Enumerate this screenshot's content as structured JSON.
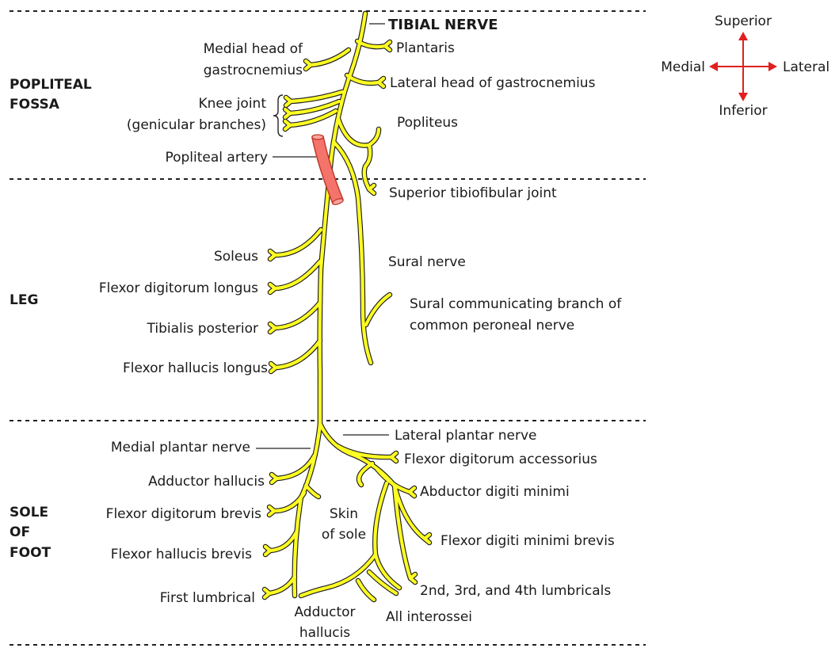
{
  "title": "TIBIAL NERVE",
  "regions": {
    "popliteal_line1": "POPLITEAL",
    "popliteal_line2": "FOSSA",
    "leg": "LEG",
    "sole_line1": "SOLE",
    "sole_line2": "OF",
    "sole_line3": "FOOT"
  },
  "compass": {
    "superior": "Superior",
    "inferior": "Inferior",
    "medial": "Medial",
    "lateral": "Lateral",
    "arrow_color": "#e02020"
  },
  "colors": {
    "nerve": "#ffff24",
    "nerve_outline": "#1c1c1c",
    "artery": "#f4736a",
    "artery_outline": "#c0392b"
  },
  "labels": {
    "medial_head_1": "Medial head of",
    "medial_head_2": "gastrocnemius",
    "plantaris": "Plantaris",
    "lateral_head": "Lateral head of gastrocnemius",
    "knee_joint_1": "Knee joint",
    "knee_joint_2": "(genicular branches)",
    "popliteus": "Popliteus",
    "popliteal_artery": "Popliteal artery",
    "superior_tibiofibular": "Superior tibiofibular joint",
    "soleus": "Soleus",
    "sural_nerve": "Sural nerve",
    "fdl": "Flexor digitorum longus",
    "sural_comm_1": "Sural communicating branch of",
    "sural_comm_2": "common peroneal nerve",
    "tibialis_posterior": "Tibialis posterior",
    "fhl": "Flexor hallucis longus",
    "medial_plantar": "Medial plantar nerve",
    "lateral_plantar": "Lateral plantar nerve",
    "fda": "Flexor digitorum accessorius",
    "adductor_hallucis_sole": "Adductor hallucis",
    "abductor_dm": "Abductor digiti minimi",
    "fdb": "Flexor digitorum brevis",
    "skin_1": "Skin",
    "skin_2": "of sole",
    "fdmb": "Flexor digiti minimi brevis",
    "fhb": "Flexor hallucis brevis",
    "lumbricals_234": "2nd, 3rd, and 4th lumbricals",
    "first_lumbrical": "First lumbrical",
    "adductor_1": "Adductor",
    "adductor_2": "hallucis",
    "interossei": "All interossei"
  }
}
